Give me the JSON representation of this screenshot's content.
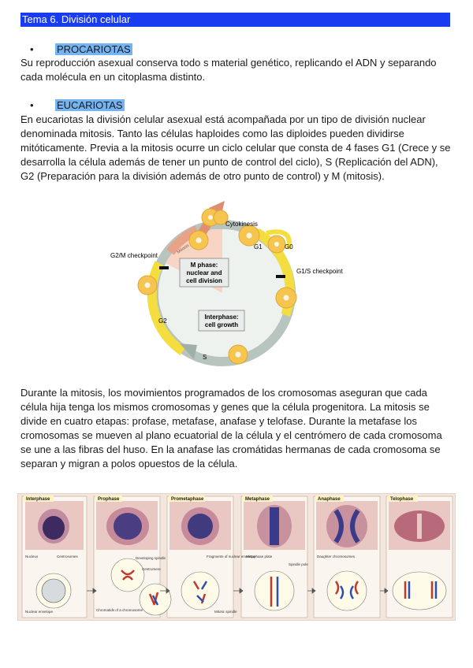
{
  "header": {
    "title": "Tema 6. División celular"
  },
  "section1": {
    "heading": "PROCARIOTAS",
    "body": "Su reproducción asexual conserva todo s material genético, replicando el ADN y separando cada molécula en un citoplasma distinto."
  },
  "section2": {
    "heading": "EUCARIOTAS",
    "body": "En eucariotas la división celular asexual está acompañada por un tipo de división nuclear denominada mitosis. Tanto las células haploides como las diploides pueden dividirse mitóticamente. Previa a la mitosis ocurre un ciclo celular que consta de 4 fases G1 (Crece y se desarrolla la célula además de tener un punto de control del ciclo), S (Replicación del ADN), G2 (Preparación para la división además de otro punto de control) y M (mitosis)."
  },
  "cycle_figure": {
    "cytokinesis": "Cytokinesis",
    "mitosis": "Mitosis",
    "g2m_checkpoint": "G2/M checkpoint",
    "g1s_checkpoint": "G1/S checkpoint",
    "g1": "G1",
    "g0": "G0",
    "g2": "G2",
    "s": "S",
    "m_phase": "M phase: nuclear and cell division",
    "m_phase_line1": "M phase:",
    "m_phase_line2": "nuclear and",
    "m_phase_line3": "cell division",
    "interphase": "Interphase: cell growth",
    "interphase_line1": "Interphase:",
    "interphase_line2": "cell growth"
  },
  "section3": {
    "body": "Durante la mitosis, los movimientos programados de los cromosomas aseguran que cada célula hija tenga los mismos cromosomas y genes que la célula progenitora. La mitosis se divide en cuatro etapas: profase, metafase, anafase y telofase. Durante la metafase los cromosomas se mueven al plano ecuatorial de la célula y el centrómero de cada cromosoma se une a las fibras del huso. En la anafase las cromátidas hermanas de cada cromosoma se separan y migran a polos opuestos de la célula."
  },
  "mitosis_figure": {
    "panels": [
      "Interphase",
      "Prophase",
      "Prometaphase",
      "Metaphase",
      "Anaphase",
      "Telophase"
    ],
    "labels": {
      "nucleus": "Nucleus",
      "centrosomes": "Centrosomes",
      "nuclear_envelope": "Nuclear envelope",
      "developing_spindle": "Developing spindle",
      "centromere": "Centromere",
      "chromatids": "Chromatids of a chromosome",
      "fragments": "Fragments of nuclear envelope",
      "mitotic_spindle": "Mitotic spindle",
      "metaphase_plate": "Metaphase plate",
      "spindle_pole": "Spindle pole",
      "daughter_chromosomes": "Daughter chromosomes"
    }
  }
}
